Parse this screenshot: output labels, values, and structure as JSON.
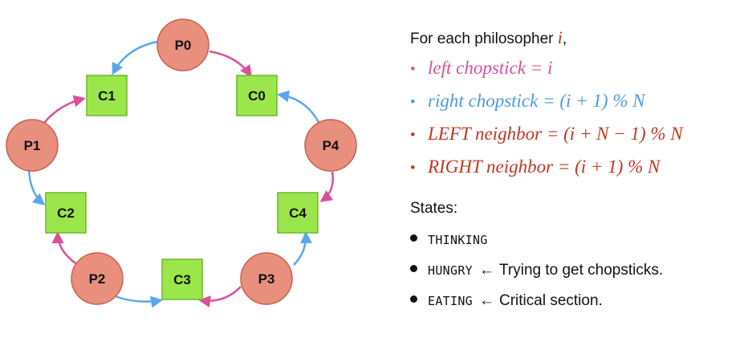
{
  "diagram": {
    "philosophers": [
      {
        "id": "p0",
        "label": "P0"
      },
      {
        "id": "p1",
        "label": "P1"
      },
      {
        "id": "p2",
        "label": "P2"
      },
      {
        "id": "p3",
        "label": "P3"
      },
      {
        "id": "p4",
        "label": "P4"
      }
    ],
    "chopsticks": [
      {
        "id": "c0",
        "label": "C0"
      },
      {
        "id": "c1",
        "label": "C1"
      },
      {
        "id": "c2",
        "label": "C2"
      },
      {
        "id": "c3",
        "label": "C3"
      },
      {
        "id": "c4",
        "label": "C4"
      }
    ],
    "colors": {
      "philosopher_fill": "#e88f7e",
      "philosopher_stroke": "#c9604d",
      "chopstick_fill": "#9be64a",
      "chopstick_stroke": "#6cb82a",
      "left_arrow": "#d94f9c",
      "right_arrow": "#5aa6f0",
      "left_text": "#d94f9c",
      "right_text": "#4a9ae6",
      "neighbor_text": "#c2361f"
    }
  },
  "panel": {
    "intro": "For each philosopher ",
    "intro_var": "i",
    "intro_suffix": ",",
    "bullet": "•",
    "formulas": [
      {
        "text": "left chopstick = i"
      },
      {
        "text": "right chopstick = (i + 1) % N"
      },
      {
        "text": "LEFT neighbor = (i + N − 1) % N"
      },
      {
        "text": "RIGHT neighbor = (i + 1) % N"
      }
    ],
    "states_title": "States:",
    "states": [
      {
        "name": "THINKING",
        "arrow": "",
        "desc": ""
      },
      {
        "name": "HUNGRY",
        "arrow": "←",
        "desc": "Trying to get chopsticks."
      },
      {
        "name": "EATING",
        "arrow": "←",
        "desc": "Critical section."
      }
    ]
  }
}
